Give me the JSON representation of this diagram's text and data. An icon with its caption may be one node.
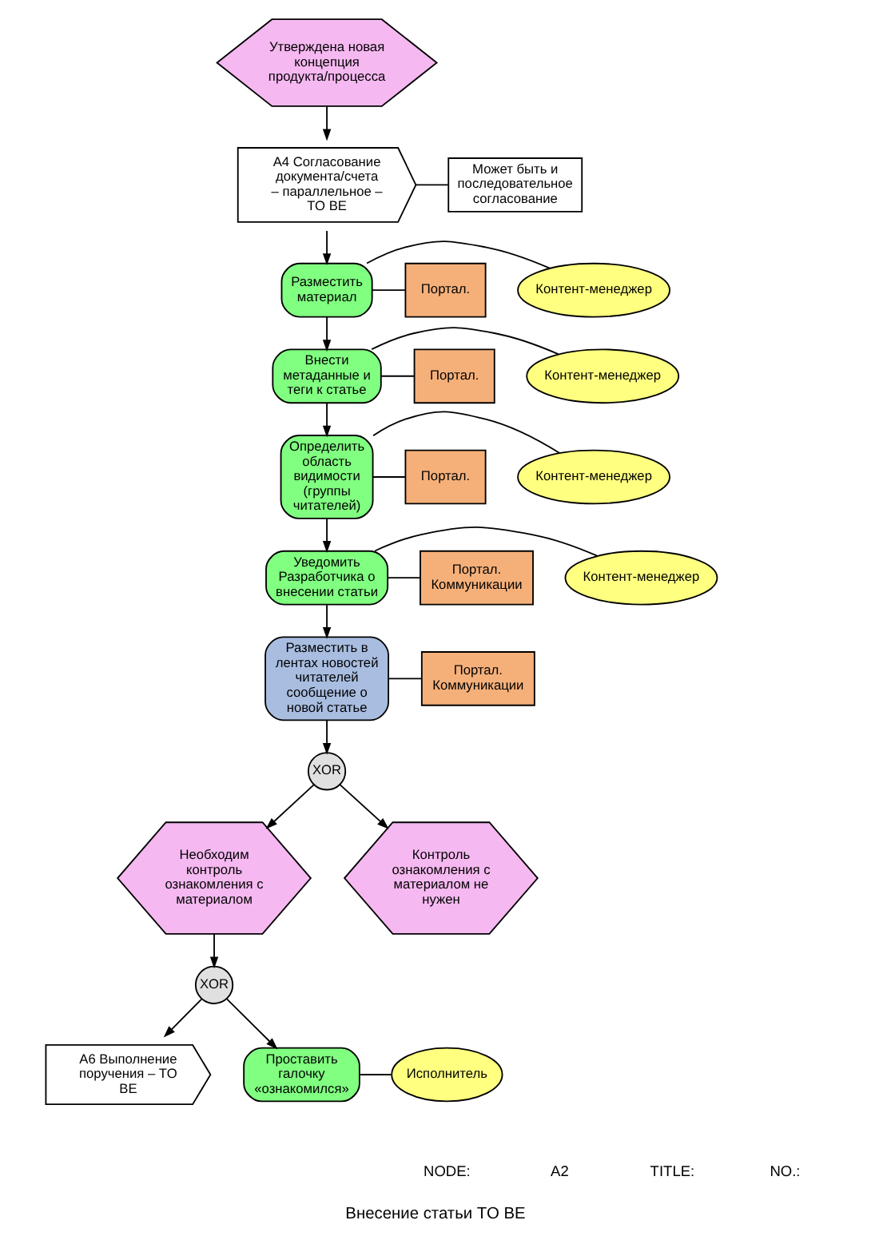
{
  "diagram": {
    "title": "Внесение статьи TO BE",
    "nodes": [
      {
        "text": [
          "Утверждена новая концепция продукта/процесса"
        ]
      },
      {
        "text": [
          "А4 Согласование документа/счета – параллельное – TO BE"
        ]
      },
      {
        "text": [
          "Может быть и последовательное согласование"
        ]
      },
      {
        "text": [
          "Разместить материал"
        ]
      },
      {
        "text": [
          "Контент-менеджер"
        ]
      },
      {
        "text": [
          "Портал."
        ]
      },
      {
        "text": [
          "Внести метаданные и теги к статье"
        ]
      },
      {
        "text": [
          "Контент-менеджер"
        ]
      },
      {
        "text": [
          "Портал."
        ]
      },
      {
        "text": [
          "Определить область видимости (группы читателей)"
        ]
      },
      {
        "text": [
          "Контент-менеджер"
        ]
      },
      {
        "text": [
          "Портал."
        ]
      },
      {
        "text": [
          "Уведомить Разработчика о внесении статьи"
        ]
      },
      {
        "text": [
          "Контент-менеджер"
        ]
      },
      {
        "text": [
          "Портал. Коммуникации"
        ]
      },
      {
        "text": [
          "Разместить в лентах новостей читателей сообщение о новой статье"
        ]
      },
      {
        "text": [
          "Портал. Коммуникации"
        ]
      },
      {
        "text": [
          "XOR"
        ]
      },
      {
        "text": [
          "Необходим контроль ознакомления с материалом"
        ]
      },
      {
        "text": [
          "Контроль ознакомления с материалом не нужен"
        ]
      },
      {
        "text": [
          "XOR"
        ]
      },
      {
        "text": [
          "А6 Выполнение поручения – TO BE"
        ]
      },
      {
        "text": [
          "Проставить галочку «ознакомился»"
        ]
      },
      {
        "text": [
          "Исполнитель"
        ]
      }
    ],
    "edges": [
      {
        "from": 0,
        "to": 1,
        "arrow": "to"
      },
      {
        "from": 1,
        "to": 2,
        "arrow": "none"
      },
      {
        "from": 1,
        "to": 3,
        "arrow": "to"
      },
      {
        "from": 3,
        "to": 4,
        "arrow": "none"
      },
      {
        "from": 3,
        "to": 5,
        "arrow": "none"
      },
      {
        "from": 3,
        "to": 6,
        "arrow": "to"
      },
      {
        "from": 6,
        "to": 7,
        "arrow": "none"
      },
      {
        "from": 6,
        "to": 8,
        "arrow": "none"
      },
      {
        "from": 6,
        "to": 9,
        "arrow": "to"
      },
      {
        "from": 9,
        "to": 10,
        "arrow": "none"
      },
      {
        "from": 9,
        "to": 11,
        "arrow": "none"
      },
      {
        "from": 9,
        "to": 12,
        "arrow": "to"
      },
      {
        "from": 12,
        "to": 13,
        "arrow": "none"
      },
      {
        "from": 12,
        "to": 14,
        "arrow": "none"
      },
      {
        "from": 12,
        "to": 15,
        "arrow": "to"
      },
      {
        "from": 15,
        "to": 16,
        "arrow": "none"
      },
      {
        "from": 15,
        "to": 17,
        "arrow": "to"
      },
      {
        "from": 17,
        "to": 18,
        "arrow": "to"
      },
      {
        "from": 17,
        "to": 19,
        "arrow": "to"
      },
      {
        "from": 18,
        "to": 20,
        "arrow": "to"
      },
      {
        "from": 20,
        "to": 21,
        "arrow": "to"
      },
      {
        "from": 20,
        "to": 22,
        "arrow": "to"
      },
      {
        "from": 22,
        "to": 23,
        "arrow": "none"
      }
    ],
    "labels": [
      "NODE:",
      "A2",
      "TITLE:",
      "NO.:"
    ]
  }
}
